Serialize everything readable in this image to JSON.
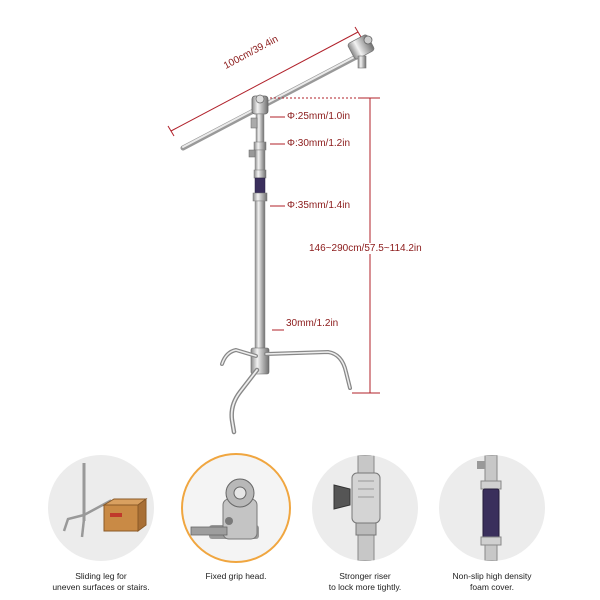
{
  "dimensions": {
    "boom_length": "100cm/39.4in",
    "tube_1": "Φ:25mm/1.0in",
    "tube_2": "Φ:30mm/1.2in",
    "tube_3": "Φ:35mm/1.4in",
    "height_range": "146~290cm/57.5~114.2in",
    "leg_tube": "30mm/1.2in"
  },
  "features": [
    {
      "line1": "Sliding leg for",
      "line2": "uneven surfaces or stairs.",
      "icon": "sliding-leg-icon"
    },
    {
      "line1": "Fixed grip head.",
      "line2": "",
      "icon": "grip-head-icon"
    },
    {
      "line1": "Stronger riser",
      "line2": "to lock more tightly.",
      "icon": "riser-knob-icon"
    },
    {
      "line1": "Non-slip high density",
      "line2": "foam cover.",
      "icon": "foam-grip-icon"
    }
  ],
  "colors": {
    "dimension_text": "#8b1a1a",
    "dimension_line": "#b0202a",
    "highlight_ring": "#f0a640",
    "foam_grip": "#3a2f5c"
  }
}
